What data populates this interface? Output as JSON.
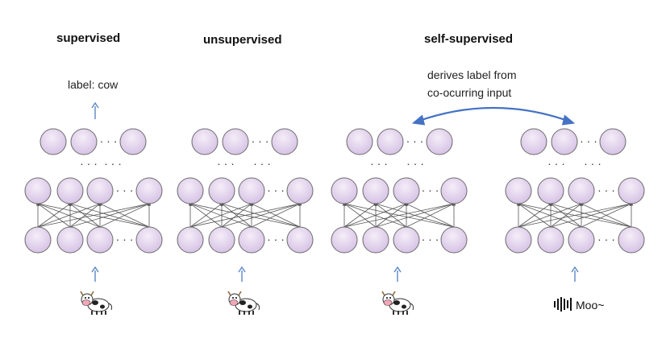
{
  "panels": [
    {
      "title": "supervised",
      "top_label": "label: cow",
      "input": "cow"
    },
    {
      "title": "unsupervised",
      "top_label": "",
      "input": "cow"
    },
    {
      "title": "self-supervised",
      "top_label": "",
      "input": "cow"
    },
    {
      "title": "",
      "top_label": "",
      "input": "audio"
    }
  ],
  "self_supervised_note": [
    "derives label from",
    "co-ocurring input"
  ],
  "audio_label": "Moo~",
  "ellipsis": "· · ·",
  "colors": {
    "neuron_gradient_top": "#f3eaf6",
    "neuron_gradient_bottom": "#d7c3e6",
    "neuron_stroke": "#6c6c6c",
    "arrow": "#5b87c5",
    "curve": "#4472c4",
    "edge": "#555555"
  }
}
